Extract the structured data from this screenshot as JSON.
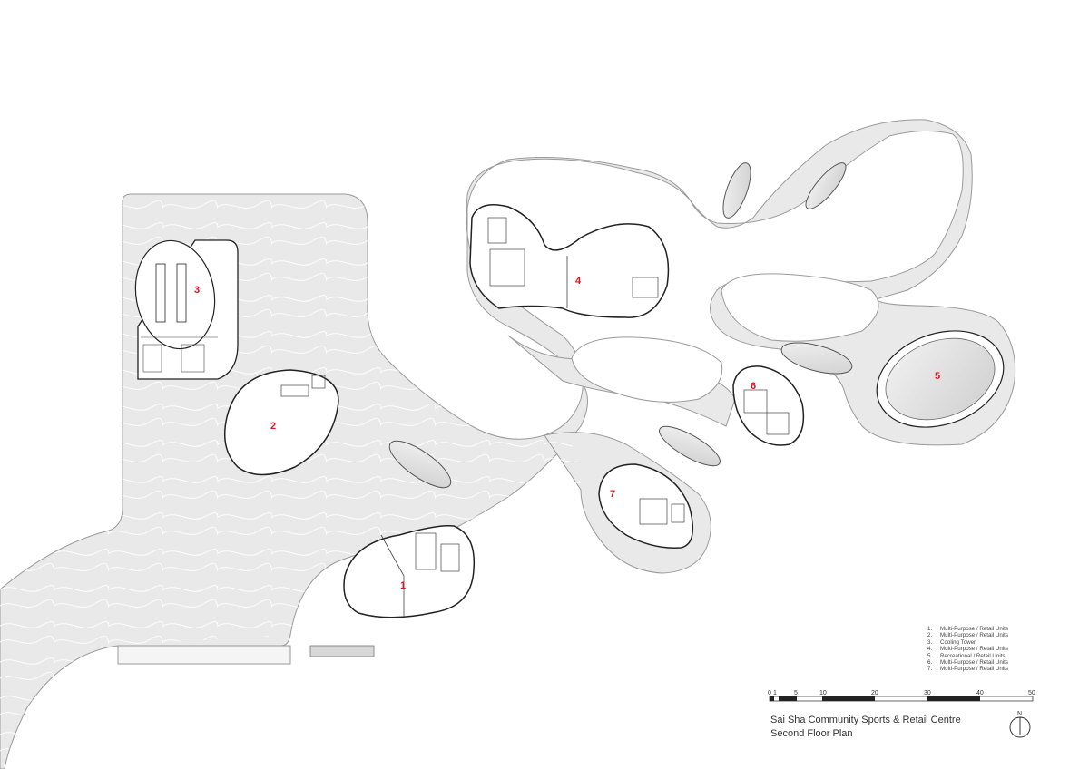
{
  "plan": {
    "units": [
      {
        "number": "1",
        "label": "Multi-Purpose / Retail Units"
      },
      {
        "number": "2",
        "label": "Multi-Purpose / Retail Units"
      },
      {
        "number": "3",
        "label": "Cooling Tower"
      },
      {
        "number": "4",
        "label": "Multi-Purpose / Retail Units"
      },
      {
        "number": "5",
        "label": "Recreational / Retail Units"
      },
      {
        "number": "6",
        "label": "Multi-Purpose / Retail Units"
      },
      {
        "number": "7",
        "label": "Multi-Purpose / Retail Units"
      }
    ]
  },
  "legend": [
    {
      "num": "1.",
      "text": "Multi-Purpose / Retail Units"
    },
    {
      "num": "2.",
      "text": "Multi-Purpose / Retail Units"
    },
    {
      "num": "3.",
      "text": "Cooling Tower"
    },
    {
      "num": "4.",
      "text": "Multi-Purpose / Retail Units"
    },
    {
      "num": "5.",
      "text": "Recreational / Retail Units"
    },
    {
      "num": "6.",
      "text": "Multi-Purpose / Retail Units"
    },
    {
      "num": "7.",
      "text": "Multi-Purpose / Retail Units"
    }
  ],
  "scale_bar": {
    "ticks": [
      "0",
      "1",
      "5",
      "10",
      "20",
      "30",
      "40",
      "50"
    ]
  },
  "title": {
    "line1": "Sai Sha Community Sports & Retail Centre",
    "line2": "Second Floor Plan"
  },
  "north": {
    "label": "N"
  },
  "colors": {
    "unit_number": "#e0141e",
    "deck": "#e9e9e9",
    "line": "#222222"
  }
}
